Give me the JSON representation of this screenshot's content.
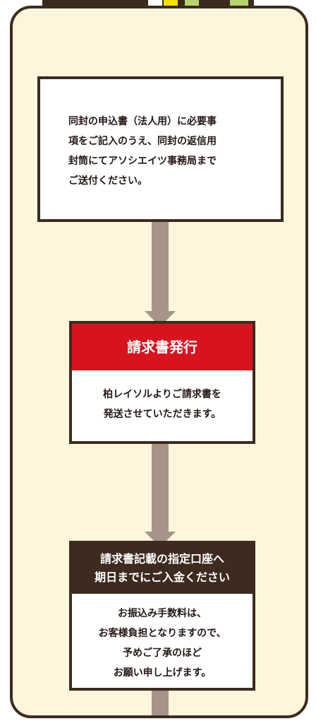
{
  "step1": {
    "lines": [
      "同封の申込書（法人用）に必要事",
      "項をご記入のうえ、同封の返信用",
      "封筒にてアソシエイツ事務局まで",
      "ご送付ください。"
    ]
  },
  "step2": {
    "title": "請求書発行",
    "lines": [
      "柏レイソルよりご請求書を",
      "発送させていただきます。"
    ]
  },
  "step3": {
    "title_lines": [
      "請求書記載の指定口座へ",
      "期日までにご入金ください"
    ],
    "lines": [
      "お振込み手数料は、",
      "お客様負担となりますので、",
      "予めご了承のほど",
      "お願い申し上げます。"
    ]
  },
  "colors": {
    "panel_bg": "#fdf6dc",
    "border": "#3d2b20",
    "connector": "#a69489",
    "accent_red": "#d7131e",
    "accent_brown": "#3d2b20",
    "top_yellow": "#f5e000",
    "top_green": "#b7d56a"
  }
}
